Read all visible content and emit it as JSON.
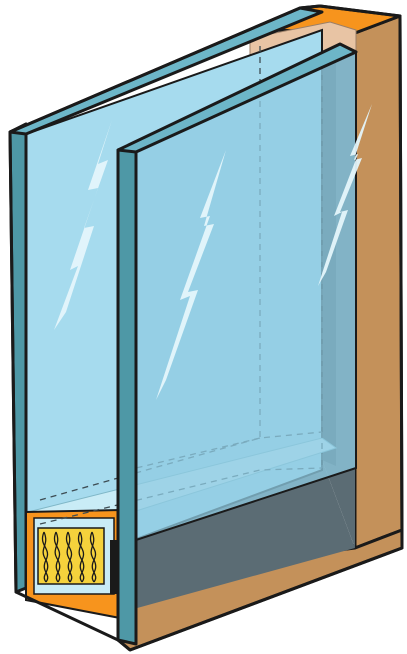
{
  "illustration": {
    "subject": "double-glazed-window-cross-section",
    "components": [
      "outer-glass-pane",
      "inner-glass-pane",
      "spacer-bar",
      "desiccant",
      "sealant",
      "window-frame"
    ],
    "colors": {
      "outline": "#1a1a1a",
      "glass_edge": "#4e98a6",
      "glass_face": "#a6dbee",
      "glass_face_front": "#8fcbe1",
      "glare": "#e4f6fb",
      "frame_face": "#c4915a",
      "frame_inner": "#5b6c74",
      "frame_dark": "#3d4c53",
      "spacer_orange": "#f7941d",
      "spacer_top": "#e8c4a4",
      "desiccant_yellow": "#f5d23c",
      "spacer_light": "#c9ecf6",
      "seal_black": "#1a1a1a"
    }
  }
}
